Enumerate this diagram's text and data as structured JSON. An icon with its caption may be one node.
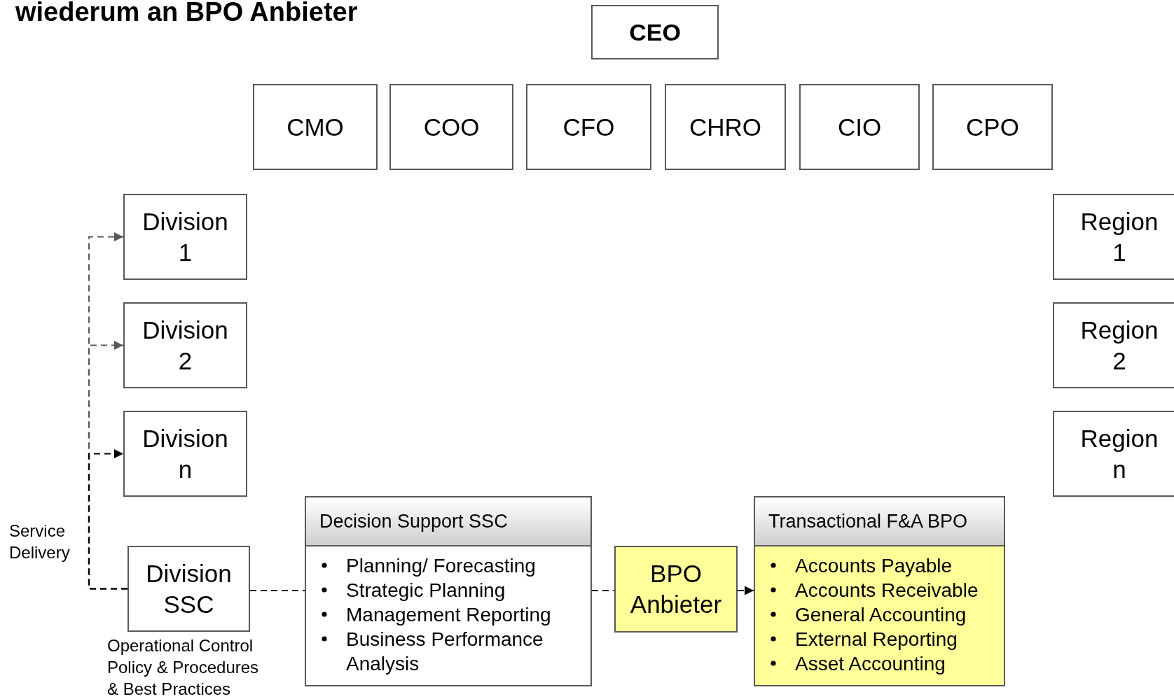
{
  "diagram": {
    "title": "wiederum an BPO Anbieter",
    "nodes": [
      {
        "text": [
          "CEO"
        ]
      },
      {
        "text": [
          "CMO"
        ]
      },
      {
        "text": [
          "COO"
        ]
      },
      {
        "text": [
          "CFO"
        ]
      },
      {
        "text": [
          "CHRO"
        ]
      },
      {
        "text": [
          "CIO"
        ]
      },
      {
        "text": [
          "CPO"
        ]
      },
      {
        "text": [
          "Division 1"
        ]
      },
      {
        "text": [
          "Division 2"
        ]
      },
      {
        "text": [
          "Division n"
        ]
      },
      {
        "text": [
          "Region 1"
        ]
      },
      {
        "text": [
          "Region 2"
        ]
      },
      {
        "text": [
          "Region n"
        ]
      },
      {
        "text": [
          "Division SSC"
        ],
        "beside": [
          "Operational Control Policy & Procedures & Best Practices"
        ]
      },
      {
        "text": [
          "Decision Support SSC",
          "Planning/ Forecasting",
          "Strategic Planning",
          "Management Reporting",
          "Business Performance Analysis"
        ]
      },
      {
        "text": [
          "BPO Anbieter"
        ]
      },
      {
        "text": [
          "Transactional F&A BPO",
          "Accounts Payable",
          "Accounts Receivable",
          "General Accounting",
          "External Reporting",
          "Asset Accounting"
        ]
      }
    ],
    "edges": [
      {
        "from": 13,
        "to": 7,
        "arrow": "to",
        "style": "dashed",
        "color": "#595959"
      },
      {
        "from": 13,
        "to": 8,
        "arrow": "to",
        "style": "dashed",
        "color": "#595959"
      },
      {
        "from": 13,
        "to": 9,
        "arrow": "to",
        "style": "dashed"
      },
      {
        "from": 13,
        "to": 14,
        "arrow": "none",
        "style": "dashed"
      },
      {
        "from": 14,
        "to": 15,
        "arrow": "none",
        "style": "dashed"
      },
      {
        "from": 15,
        "to": 16,
        "arrow": "to",
        "style": "dashed"
      }
    ],
    "labels": [
      "Service Delivery"
    ]
  }
}
